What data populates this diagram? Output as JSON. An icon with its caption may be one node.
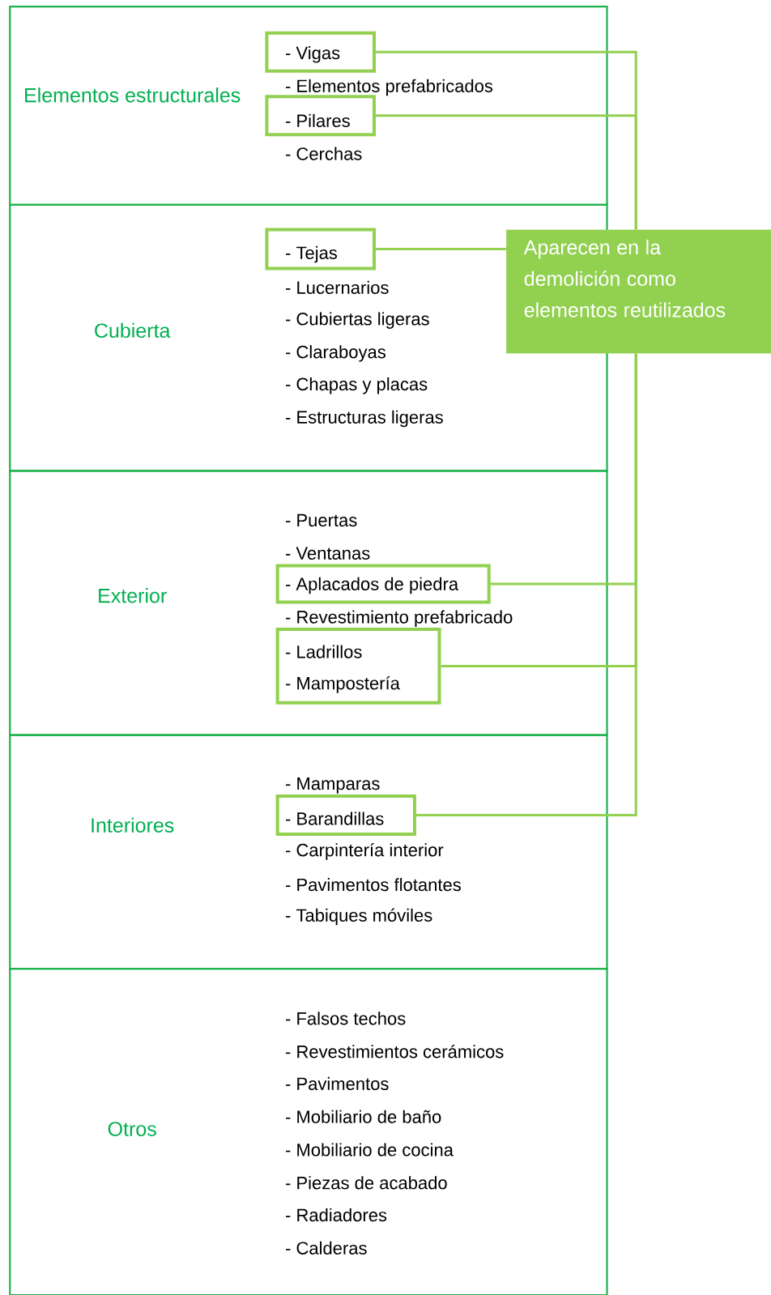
{
  "diagram": {
    "nodes": [
      {
        "text": [
          "Elementos estructurales",
          "- Elementos prefabricados",
          "- Cerchas"
        ]
      },
      {
        "text": [
          "- Vigas"
        ],
        "in": 0
      },
      {
        "text": [
          "- Pilares"
        ],
        "in": 0
      },
      {
        "text": [
          "Cubierta",
          "- Lucernarios",
          "- Cubiertas ligeras",
          "- Claraboyas",
          "- Chapas y placas",
          "- Estructuras ligeras"
        ]
      },
      {
        "text": [
          "- Tejas"
        ],
        "in": 3
      },
      {
        "text": [
          "Exterior",
          "- Puertas",
          "- Ventanas",
          "- Revestimiento prefabricado"
        ]
      },
      {
        "text": [
          "- Aplacados de piedra"
        ],
        "in": 5
      },
      {
        "text": [
          "- Ladrillos",
          "- Mampostería"
        ],
        "in": 5
      },
      {
        "text": [
          "Interiores",
          "- Mamparas",
          "- Carpintería interior",
          "- Pavimentos flotantes",
          "- Tabiques móviles"
        ]
      },
      {
        "text": [
          "- Barandillas"
        ],
        "in": 8
      },
      {
        "text": [
          "Otros",
          "- Falsos techos",
          "- Revestimientos cerámicos",
          "- Pavimentos",
          "- Mobiliario de baño",
          "- Mobiliario de cocina",
          "- Piezas de acabado",
          "- Radiadores",
          "- Calderas"
        ]
      },
      {
        "text": [
          "Aparecen en la demolición como elementos reutilizados"
        ]
      }
    ],
    "edges": [
      {
        "from": 1,
        "to": 11,
        "arrow": "none"
      },
      {
        "from": 2,
        "to": 11,
        "arrow": "none"
      },
      {
        "from": 4,
        "to": 11,
        "arrow": "none"
      },
      {
        "from": 6,
        "to": 11,
        "arrow": "none"
      },
      {
        "from": 7,
        "to": 11,
        "arrow": "none"
      },
      {
        "from": 9,
        "to": 11,
        "arrow": "none"
      }
    ]
  }
}
